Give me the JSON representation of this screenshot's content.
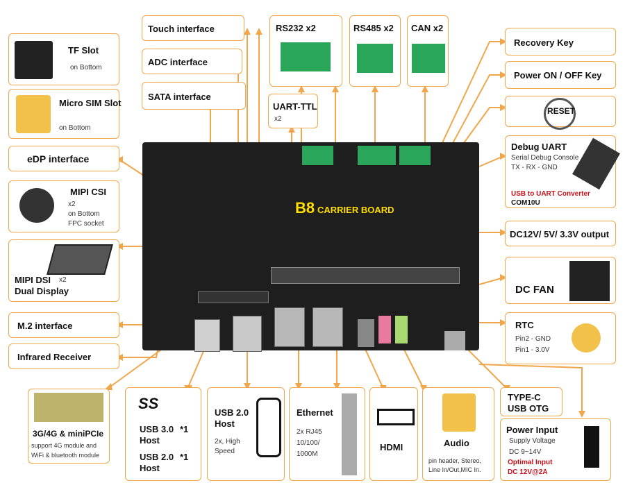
{
  "touch": "Touch  interface",
  "adc": "ADC  interface",
  "sata": "SATA  interface",
  "rs232": "RS232 x2",
  "rs485": "RS485 x2",
  "can": "CAN x2",
  "recovery": "Recovery Key",
  "power_key": "Power ON / OFF Key",
  "reset": "RESET",
  "uart_ttl": {
    "title": "UART-TTL",
    "sub": "x2"
  },
  "tf": {
    "title": "TF Slot",
    "sub": "on Bottom"
  },
  "sim": {
    "title": "Micro SIM Slot",
    "sub": "on Bottom"
  },
  "edp": "eDP interface",
  "csi": {
    "title": "MIPI CSI",
    "l1": "x2",
    "l2": "on Bottom",
    "l3": "FPC socket"
  },
  "dsi": {
    "title": "MIPI DSI",
    "x2": "x2",
    "l2": "Dual Display"
  },
  "m2": "M.2 interface",
  "ir": "Infrared Receiver",
  "debug": {
    "title": "Debug UART",
    "l1": "Serial Debug Console",
    "l2": "TX - RX - GND",
    "l3": "USB to UART Converter",
    "l4": "COM10U"
  },
  "dc_out": "DC12V/ 5V/ 3.3V output",
  "fan": "DC FAN",
  "rtc": {
    "title": "RTC",
    "l1": "Pin2 - GND",
    "l2": "Pin1 - 3.0V"
  },
  "board": {
    "name": "B8",
    "sub": "CARRIER BOARD"
  },
  "modem": {
    "title": "3G/4G & miniPCIe",
    "l1": "support 4G module and",
    "l2": "WiFi & bluetooth module"
  },
  "usb_ss": {
    "logo": "SS",
    "u3": "USB 3.0",
    "u3n": "*1",
    "host1": "Host",
    "u2": "USB 2.0",
    "u2n": "*1",
    "host2": "Host"
  },
  "usb2": {
    "title": "USB 2.0",
    "host": "Host",
    "l1": "2x, High",
    "l2": "Speed"
  },
  "ethernet": {
    "title": "Ethernet",
    "l1": "2x RJ45",
    "l2": "10/100/",
    "l3": "1000M"
  },
  "hdmi": "HDMI",
  "audio": {
    "title": "Audio",
    "l1": "pin header, Stereo,",
    "l2": "Line In/Out,MIC In."
  },
  "typec": {
    "l1": "TYPE-C",
    "l2": "USB OTG"
  },
  "power_in": {
    "title": "Power Input",
    "l1": "Supply Voltage",
    "l2": "DC 9~14V",
    "l3": "Optimal Input",
    "l4": "DC 12V@2A"
  },
  "colors": {
    "accent": "#f0a64a",
    "board": "#1e1e1e",
    "terminal": "#2aa65a",
    "red": "#c8101a",
    "yellow": "#ffdd00"
  }
}
